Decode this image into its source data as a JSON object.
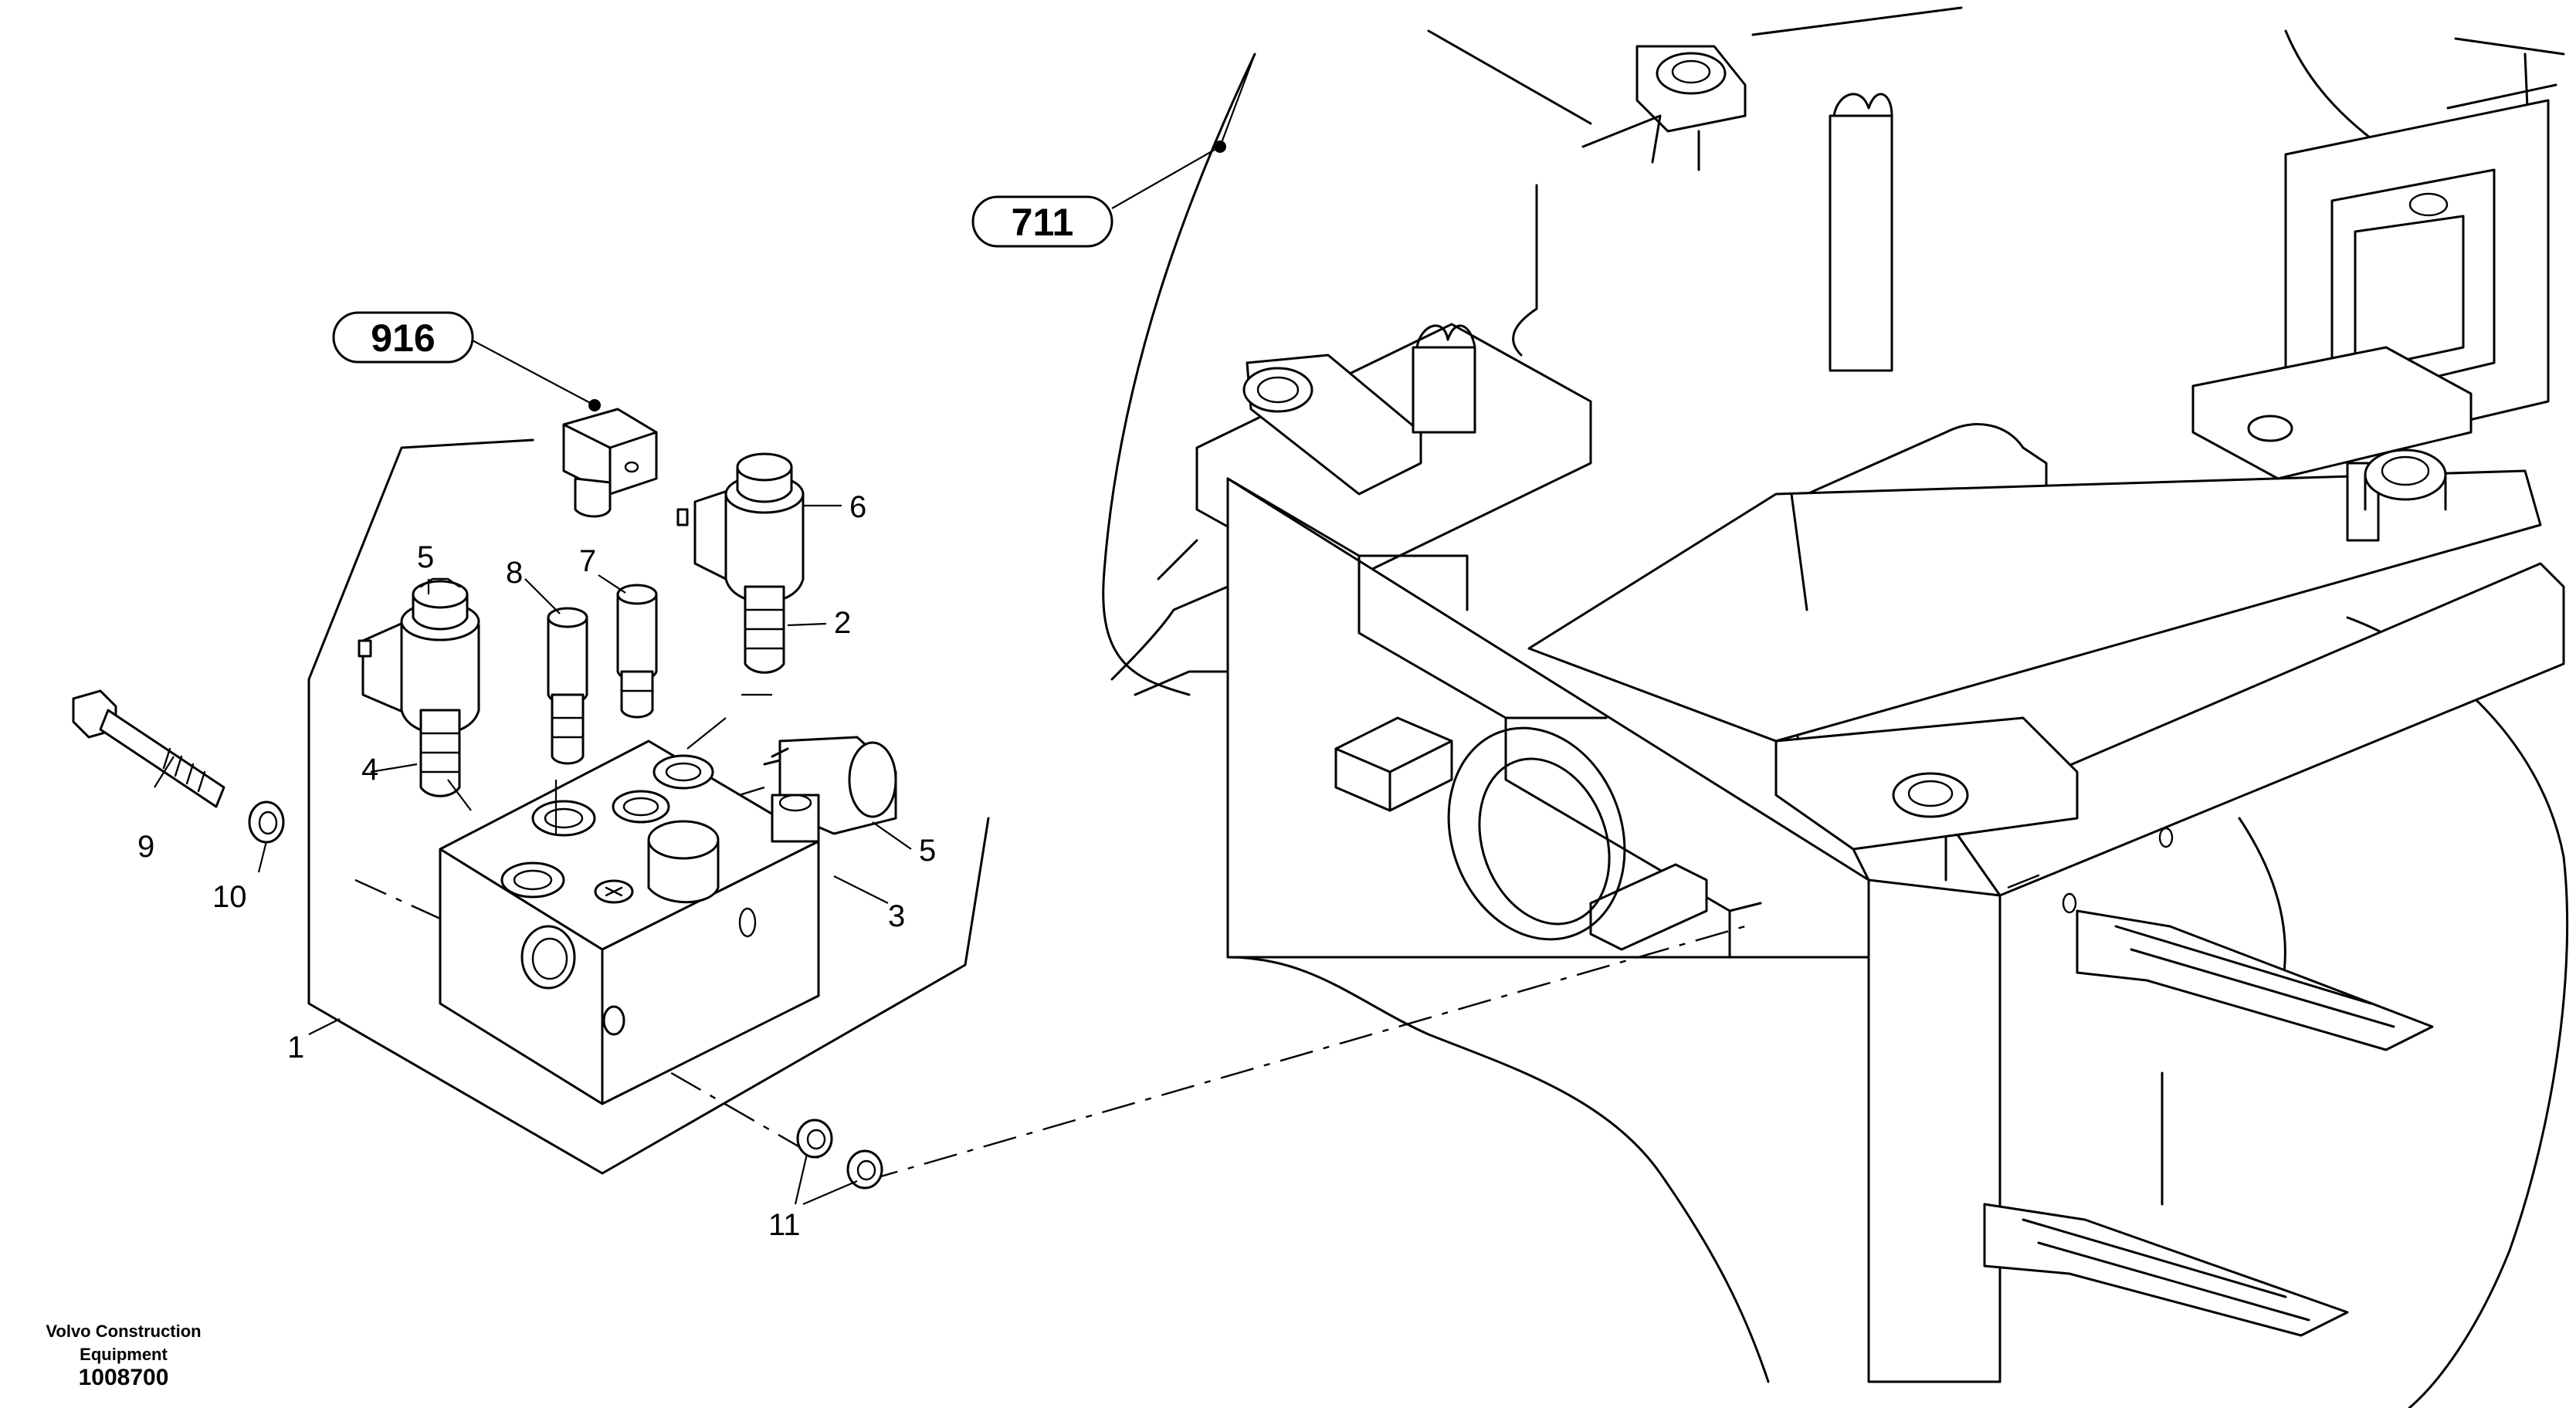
{
  "references": {
    "ref_711": "711",
    "ref_916": "916"
  },
  "part_numbers": {
    "p1": "1",
    "p2": "2",
    "p3": "3",
    "p4": "4",
    "p5_left": "5",
    "p5_right": "5",
    "p6": "6",
    "p7": "7",
    "p8": "8",
    "p9": "9",
    "p10": "10",
    "p11": "11"
  },
  "footer": {
    "company_line1": "Volvo Construction",
    "company_line2": "Equipment",
    "drawing_number": "1008700"
  }
}
